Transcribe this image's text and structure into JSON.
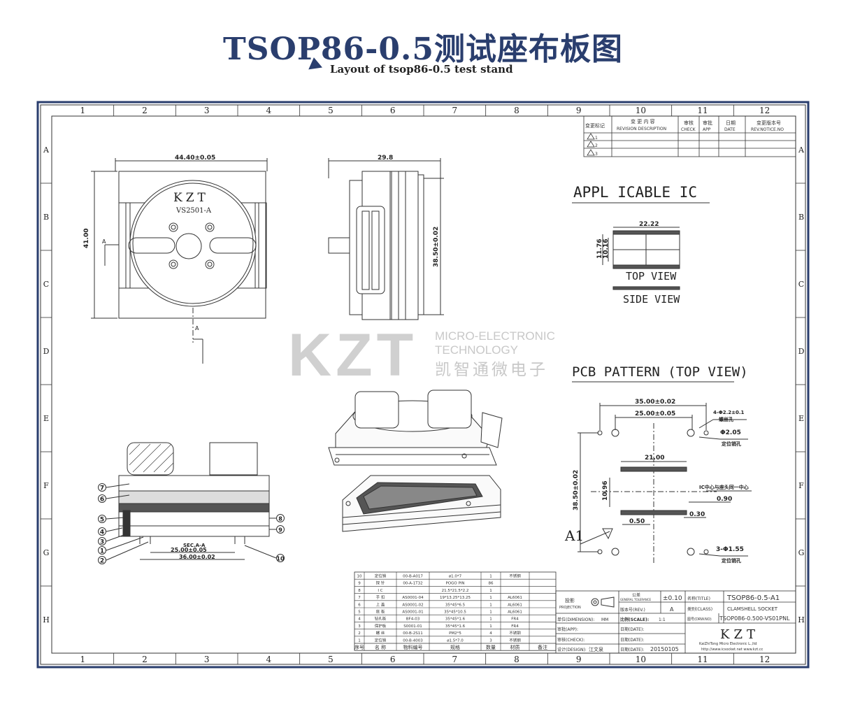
{
  "header": {
    "title": "TSOP86-0.5测试座布板图",
    "subtitle": "Layout of tsop86-0.5 test stand"
  },
  "border": {
    "columns": [
      "1",
      "2",
      "3",
      "4",
      "5",
      "6",
      "7",
      "8",
      "9",
      "10",
      "11",
      "12"
    ],
    "rows": [
      "A",
      "B",
      "C",
      "D",
      "E",
      "F",
      "G",
      "H"
    ]
  },
  "revision_table": {
    "headers": [
      "变更标记",
      "变 更 内 容",
      "REVISION DESCRIPTION",
      "审核",
      "CHECK",
      "审批",
      "APP",
      "日期",
      "DATE",
      "变更版本号",
      "REV.NOTICE.NO"
    ],
    "marks": [
      "1",
      "2",
      "3"
    ]
  },
  "front_view": {
    "width_dim": "44.40±0.05",
    "height_dim": "41.00",
    "brand": "KZT",
    "model": "VS2501-A",
    "section_label": "A"
  },
  "side_view": {
    "width_dim": "29.8",
    "height_dim": "38.50±0.02"
  },
  "applicable_ic": {
    "title": "APPL ICABLE IC",
    "width_dim": "22.22",
    "h1": "11.76",
    "h2": "10.16",
    "top_view": "TOP VIEW",
    "side_view": "SIDE VIEW"
  },
  "watermark": {
    "logo": "KZT",
    "line1": "MICRO-ELECTRONIC",
    "line2": "TECHNOLOGY",
    "line3": "凯智通微电子"
  },
  "pcb_pattern": {
    "title": "PCB PATTERN (TOP VIEW)",
    "dim1": "35.00±0.02",
    "dim2": "25.00±0.05",
    "hole_note1": "4-Φ2.2±0.1",
    "hole_note1b": "螺丝孔",
    "hole_note2": "Φ2.05",
    "hole_note2b": "定位销孔",
    "pad_width": "21.00",
    "pad_height": "10.96",
    "center_note": "IC中心与座头同一中心",
    "pitch": "0.90",
    "pad_w": "0.50",
    "pad_l": "0.30",
    "height_dim": "38.50±0.02",
    "a1": "A1",
    "hole_note3": "3-Φ1.55",
    "hole_note3b": "定位销孔"
  },
  "section_view": {
    "label": "SEC.A-A",
    "dim1": "25.00±0.05",
    "dim2": "36.00±0.02",
    "callouts_left": [
      "7",
      "6",
      "5",
      "4",
      "3",
      "1",
      "2"
    ],
    "callouts_right": [
      "8",
      "9",
      "10"
    ]
  },
  "bom": {
    "rows": [
      [
        "10",
        "定位销",
        "00-B-A017",
        "ø1.0*7",
        "1",
        "不锈钢",
        ""
      ],
      [
        "9",
        "探 针",
        "00-A-1T32",
        "POGO PIN",
        "86",
        "",
        ""
      ],
      [
        "8",
        "I C",
        "",
        "21.5*21.5*2.2",
        "1",
        "",
        ""
      ],
      [
        "7",
        "手 扣",
        "AS0001-04",
        "19*13.25*13.25",
        "1",
        "AL6061",
        ""
      ],
      [
        "6",
        "上 盖",
        "AS0001-02",
        "35*45*6.5",
        "1",
        "AL6061",
        ""
      ],
      [
        "5",
        "底 板",
        "AS0001-01",
        "35*45*10.5",
        "1",
        "AL6061",
        ""
      ],
      [
        "4",
        "钻孔板",
        "BF4-03",
        "35*45*1.6",
        "1",
        "FR4",
        ""
      ],
      [
        "3",
        "保护板",
        "S0001-01",
        "35*45*1.6",
        "1",
        "FR4",
        ""
      ],
      [
        "2",
        "螺 丝",
        "00-B-2S11",
        "PM2*5",
        "4",
        "不锈钢",
        ""
      ],
      [
        "1",
        "定位销",
        "00-B-4003",
        "ø1.5*7.0",
        "3",
        "不锈钢",
        ""
      ]
    ],
    "header": [
      "序号",
      "名 称",
      "物料编号",
      "规格",
      "数量",
      "材质",
      "备注"
    ]
  },
  "title_block": {
    "projection": "投影",
    "projection_en": "PROJECTION",
    "tolerance_cn": "公差",
    "tolerance_en": "GENERAL TOLERANCE",
    "tolerance_val": "±0.10",
    "version_label": "版本号(REV.)",
    "version_val": "A",
    "unit_label": "单位(DIMENSION):",
    "unit_val": "MM",
    "scale_label": "比例(SCALE):",
    "scale_val": "1:1",
    "approve_label": "审批(APP):",
    "check_label": "审核(CHECK):",
    "design_label": "设计(DESIGN):",
    "designer": "江文泉",
    "date_label": "日期(DATE):",
    "date_val": "20150105",
    "name_label": "名称(TITLE)",
    "name_val": "TSOP86-0.5-A1",
    "class_label": "类别(CLASS)",
    "class_val": "CLAMSHELL SOCKET",
    "drawing_label": "图号(DRW.NO)",
    "drawing_val": "TSOP086-0.500-VS01PNL",
    "company_logo": "KZT",
    "company": "KaiZhiTong Micro Electronic L.,ltd",
    "urls": "http://www.icsocket.net www.kzt.cc"
  }
}
